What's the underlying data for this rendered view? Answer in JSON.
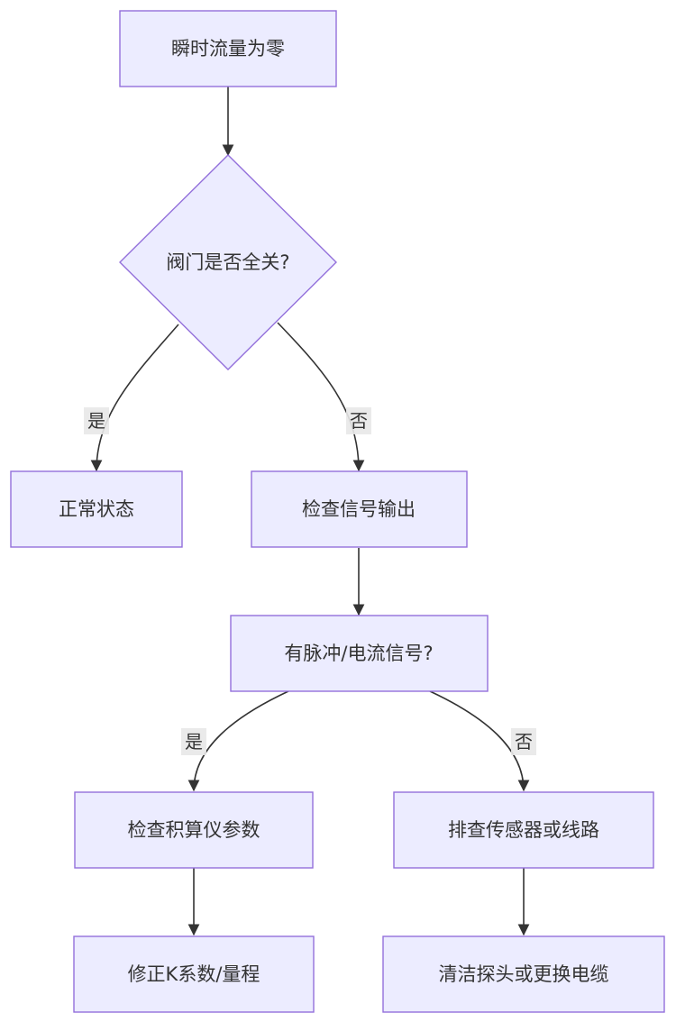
{
  "nodes": {
    "start": "瞬时流量为零",
    "valve_check": "阀门是否全关?",
    "normal": "正常状态",
    "signal_check": "检查信号输出",
    "pulse_check": "有脉冲/电流信号?",
    "integrator_check": "检查积算仪参数",
    "sensor_check": "排查传感器或线路",
    "correct_k": "修正K系数/量程",
    "clean_probe": "清洁探头或更换电缆"
  },
  "edges": {
    "valve_yes": "是",
    "valve_no": "否",
    "pulse_yes": "是",
    "pulse_no": "否"
  },
  "colors": {
    "node_fill": "#ECECFF",
    "node_stroke": "#9370DB",
    "edge": "#333333",
    "edge_label_bg": "#E8E8E8"
  }
}
